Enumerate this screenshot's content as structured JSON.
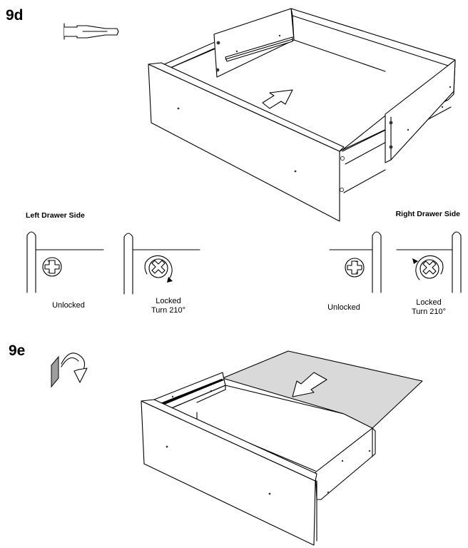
{
  "steps": {
    "step_9d": "9d",
    "step_9e": "9e"
  },
  "side_titles": {
    "left": "Left Drawer Side",
    "right": "Right Drawer Side"
  },
  "captions": {
    "left_unlocked": "Unlocked",
    "left_locked_line1": "Locked",
    "left_locked_line2": "Turn 210°",
    "right_unlocked": "Unlocked",
    "right_locked_line1": "Locked",
    "right_locked_line2": "Turn 210°"
  },
  "icons": [
    "screwdriver-icon",
    "flip-over-icon",
    "push-arrow-icon",
    "slide-arrow-icon",
    "cam-lock-icon",
    "rotation-arrow-icon"
  ],
  "colors": {
    "line": "#000000",
    "bottom_panel": "#d9d9d9",
    "background": "#ffffff"
  }
}
